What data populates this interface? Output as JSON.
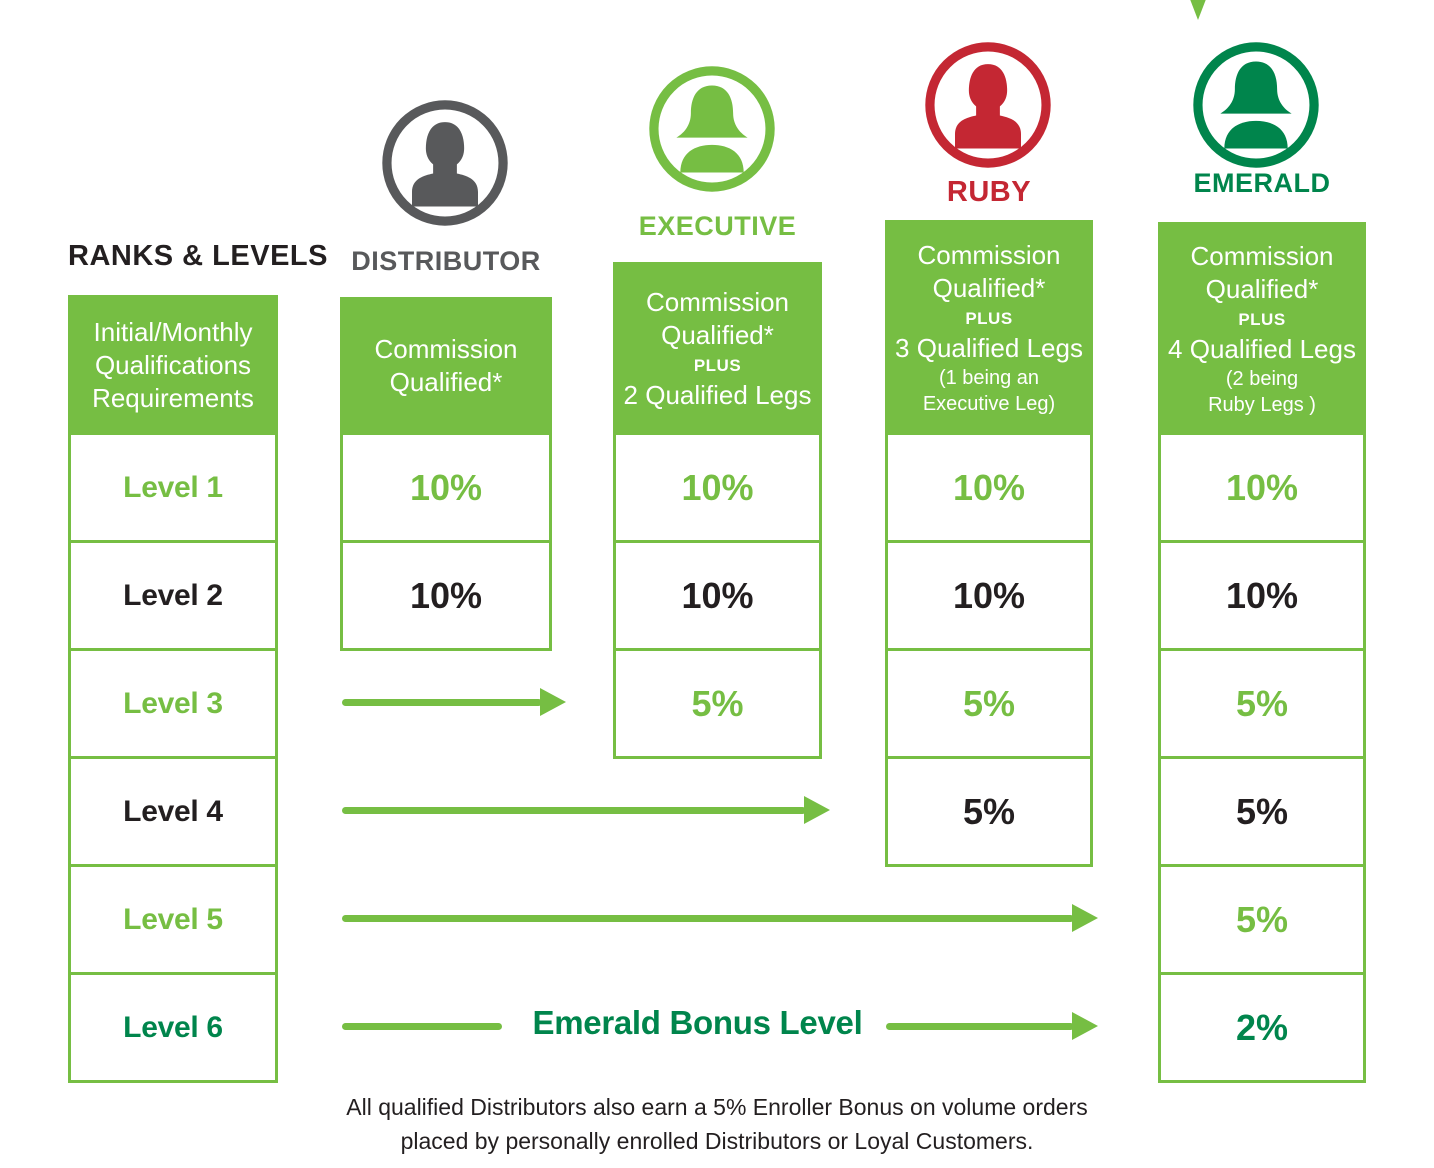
{
  "palette": {
    "green": "#76BE43",
    "emerald_green": "#00854C",
    "ruby_red": "#C42733",
    "distributor_gray": "#58595B",
    "text_ink": "#231F20"
  },
  "title": "RANKS & LEVELS",
  "icons": {
    "distributor_avatar": "male-user-icon",
    "executive_avatar": "female-user-icon",
    "ruby_avatar": "male-user-icon",
    "emerald_avatar": "female-user-icon",
    "top_pointer": "down-arrow-tip-icon"
  },
  "columns": {
    "qualifications": {
      "header_line1": "Initial/Monthly",
      "header_line2": "Qualifications",
      "header_line3": "Requirements",
      "rows": {
        "r1": "Level 1",
        "r2": "Level 2",
        "r3": "Level 3",
        "r4": "Level 4",
        "r5": "Level 5",
        "r6": "Level 6"
      }
    },
    "distributor": {
      "label": "DISTRIBUTOR",
      "header_line1": "Commission",
      "header_line2": "Qualified*",
      "rows": {
        "r1": "10%",
        "r2": "10%"
      }
    },
    "executive": {
      "label": "EXECUTIVE",
      "header_line1": "Commission",
      "header_line2": "Qualified*",
      "plus": "PLUS",
      "requirement": "2 Qualified Legs",
      "rows": {
        "r1": "10%",
        "r2": "10%",
        "r3": "5%"
      }
    },
    "ruby": {
      "label": "RUBY",
      "header_line1": "Commission",
      "header_line2": "Qualified*",
      "plus": "PLUS",
      "requirement": "3 Qualified Legs",
      "note1": "(1 being an",
      "note2": "Executive Leg)",
      "rows": {
        "r1": "10%",
        "r2": "10%",
        "r3": "5%",
        "r4": "5%"
      }
    },
    "emerald": {
      "label": "EMERALD",
      "header_line1": "Commission",
      "header_line2": "Qualified*",
      "plus": "PLUS",
      "requirement": "4 Qualified Legs",
      "note1": "(2 being",
      "note2": "Ruby Legs )",
      "rows": {
        "r1": "10%",
        "r2": "10%",
        "r3": "5%",
        "r4": "5%",
        "r5": "5%",
        "r6": "2%"
      }
    }
  },
  "emerald_bonus_label": "Emerald Bonus Level",
  "footer": {
    "line1": "All qualified Distributors also earn a 5% Enroller Bonus on volume orders",
    "line2": "placed by personally enrolled Distributors or Loyal Customers."
  }
}
